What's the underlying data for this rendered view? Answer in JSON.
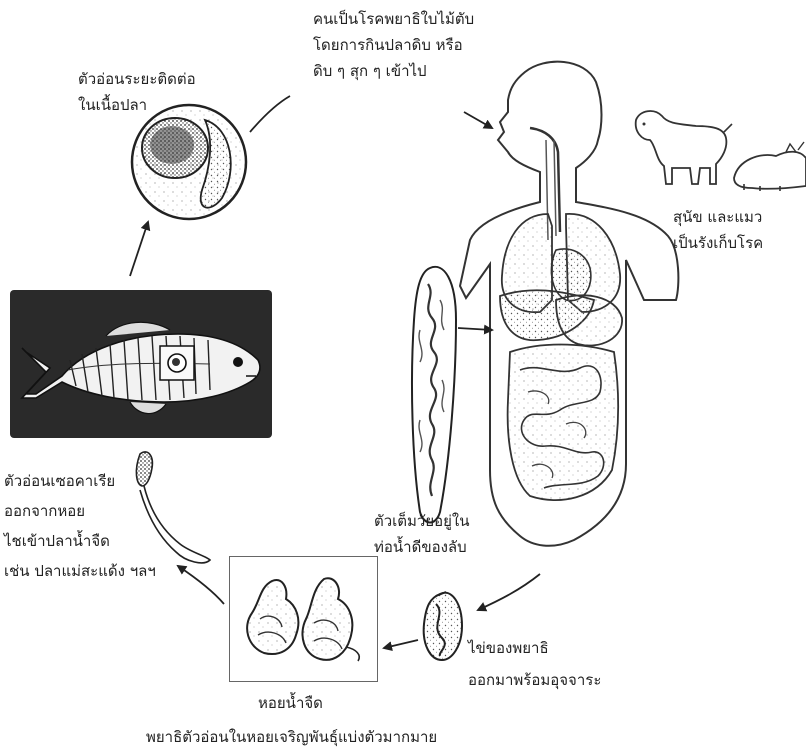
{
  "labels": {
    "human_infection": [
      "คนเป็นโรคพยาธิใบไม้ตับ",
      "โดยการกินปลาดิบ หรือ",
      "ดิบ ๆ สุก ๆ เข้าไป"
    ],
    "cyst_in_fish": [
      "ตัวอ่อนระยะติดต่อ",
      "ในเนื้อปลา"
    ],
    "reservoir_hosts": [
      "สุนัข และแมว",
      "เป็นรังเก็บโรค"
    ],
    "adult_fluke": [
      "ตัวเต็มวัยอยู่ใน",
      "ท่อน้ำดีของลับ"
    ],
    "cercaria": [
      "ตัวอ่อนเซอคาเรีย",
      "ออกจากหอย",
      "ไชเข้าปลาน้ำจืด",
      "เช่น ปลาแม่สะแด้ง ฯลฯ"
    ],
    "egg": [
      "ไข่ของพยาธิ",
      "ออกมาพร้อมอุจจาระ"
    ],
    "snail": "หอยน้ำจืด",
    "snail_multiplication": "พยาธิตัวอ่อนในหอยเจริญพันธุ์แบ่งตัวมากมาย"
  }
}
